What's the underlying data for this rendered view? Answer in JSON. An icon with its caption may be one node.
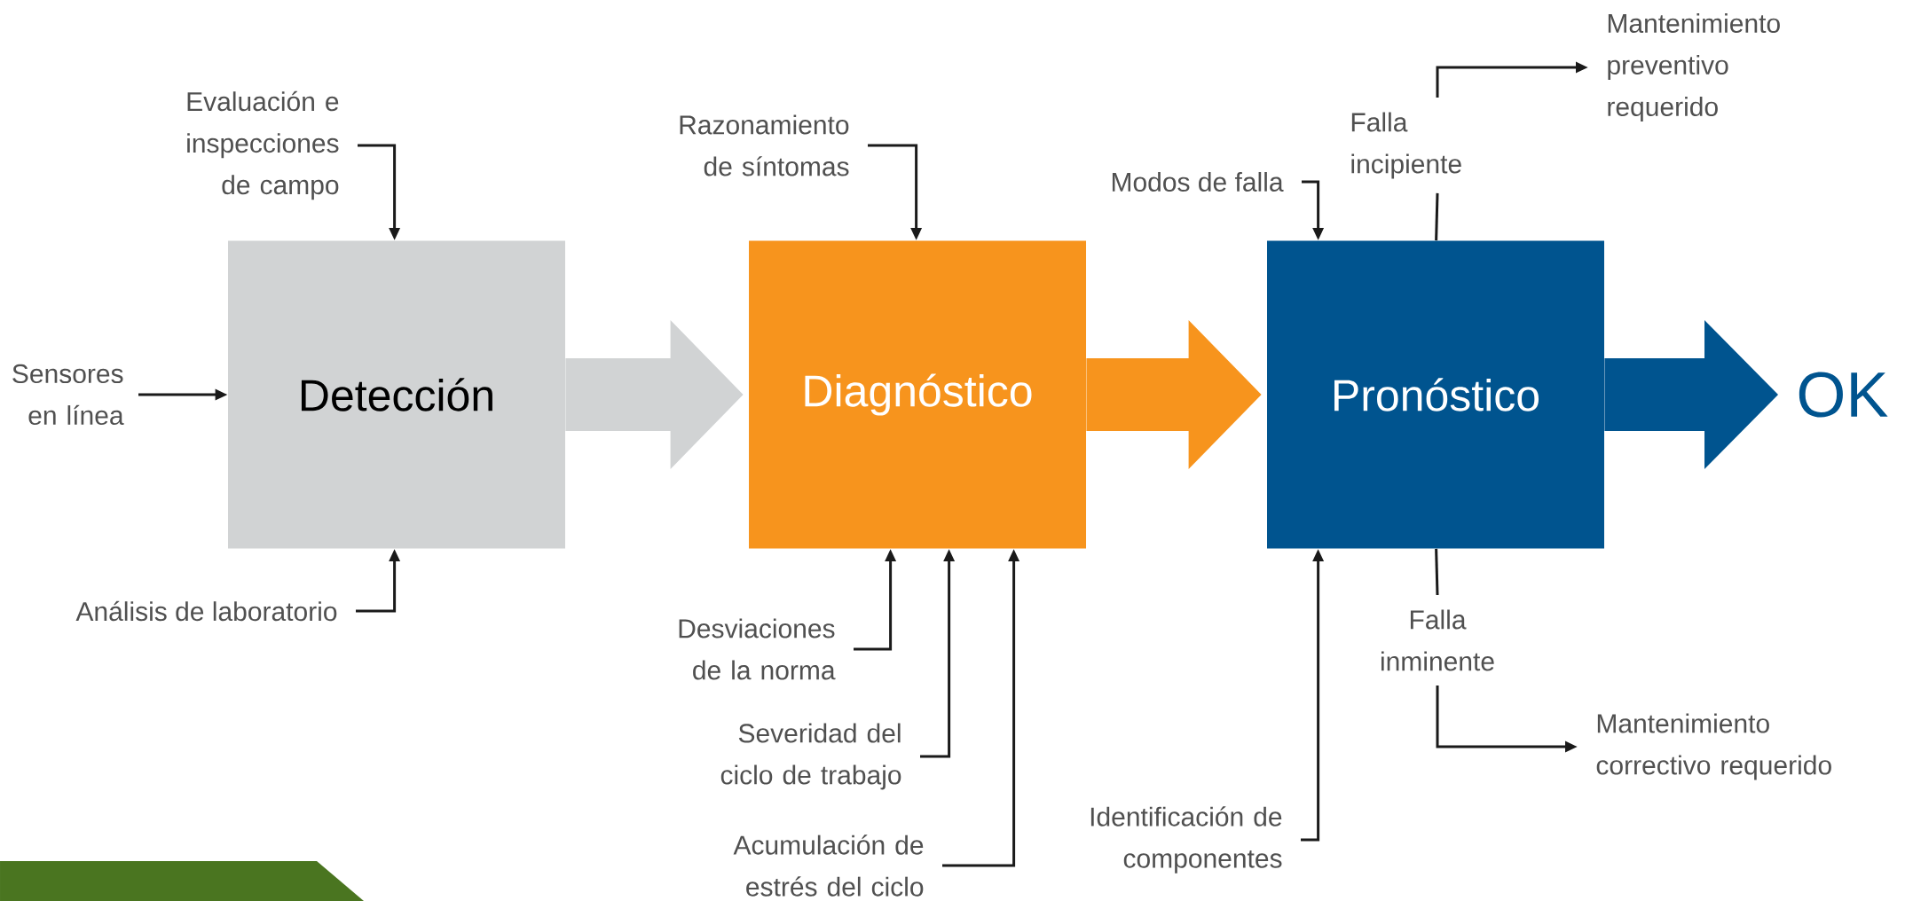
{
  "diagram": {
    "nodes": [
      {
        "text": [
          "Detección"
        ]
      },
      {
        "text": [
          "Diagnóstico"
        ]
      },
      {
        "text": [
          "Pronóstico"
        ]
      },
      {
        "text": [
          "OK"
        ]
      },
      {
        "text": [
          "Evaluación e inspecciones de campo"
        ]
      },
      {
        "text": [
          "Sensores en línea"
        ]
      },
      {
        "text": [
          "Análisis de laboratorio"
        ]
      },
      {
        "text": [
          "Razonamiento de síntomas"
        ]
      },
      {
        "text": [
          "Desviaciones de la norma"
        ]
      },
      {
        "text": [
          "Severidad del ciclo de trabajo"
        ]
      },
      {
        "text": [
          "Acumulación de estrés del ciclo"
        ]
      },
      {
        "text": [
          "Modos de falla"
        ]
      },
      {
        "text": [
          "Falla incipiente"
        ]
      },
      {
        "text": [
          "Mantenimiento preventivo requerido"
        ]
      },
      {
        "text": [
          "Identificación de componentes"
        ]
      },
      {
        "text": [
          "Falla inminente"
        ]
      },
      {
        "text": [
          "Mantenimiento correctivo requerido"
        ]
      }
    ],
    "edges": [
      {
        "from": 0,
        "to": 1,
        "arrow": "to",
        "style": "thick",
        "color": "#d1d3d4"
      },
      {
        "from": 1,
        "to": 2,
        "arrow": "to",
        "style": "thick",
        "color": "#f7941d"
      },
      {
        "from": 2,
        "to": 3,
        "arrow": "to",
        "style": "thick",
        "color": "#00548f"
      },
      {
        "from": 4,
        "to": 0,
        "arrow": "to"
      },
      {
        "from": 5,
        "to": 0,
        "arrow": "to"
      },
      {
        "from": 6,
        "to": 0,
        "arrow": "to"
      },
      {
        "from": 7,
        "to": 1,
        "arrow": "to"
      },
      {
        "from": 8,
        "to": 1,
        "arrow": "to"
      },
      {
        "from": 9,
        "to": 1,
        "arrow": "to"
      },
      {
        "from": 10,
        "to": 1,
        "arrow": "to"
      },
      {
        "from": 11,
        "to": 2,
        "arrow": "to"
      },
      {
        "from": 2,
        "to": 12,
        "arrow": "none"
      },
      {
        "from": 12,
        "to": 13,
        "arrow": "to"
      },
      {
        "from": 14,
        "to": 2,
        "arrow": "to"
      },
      {
        "from": 2,
        "to": 15,
        "arrow": "none"
      },
      {
        "from": 15,
        "to": 16,
        "arrow": "to"
      }
    ]
  }
}
